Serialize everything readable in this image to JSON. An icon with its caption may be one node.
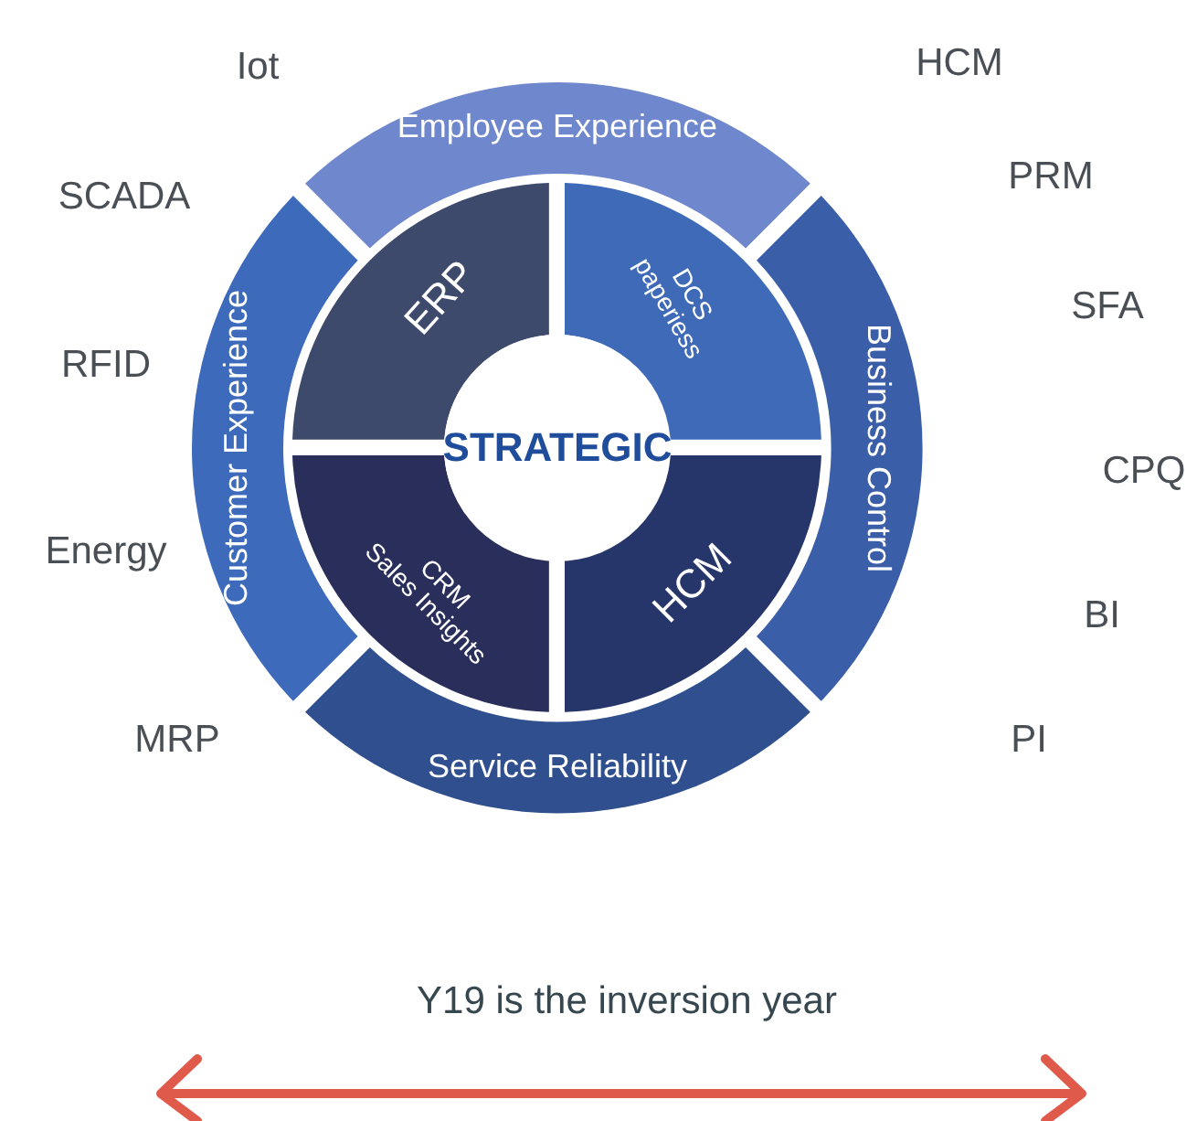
{
  "diagram": {
    "caption": "Y19 is the inversion year",
    "nodes": [
      {
        "text": [
          "Employee Experience"
        ]
      },
      {
        "text": [
          "Customer Experience"
        ]
      },
      {
        "text": [
          "Business Control"
        ]
      },
      {
        "text": [
          "ERP"
        ]
      },
      {
        "text": [
          "DCS",
          "paperiess"
        ]
      },
      {
        "text": [
          "STRATEGIC"
        ]
      },
      {
        "text": [
          "CRM",
          "Sales Insights"
        ]
      },
      {
        "text": [
          "HCM"
        ]
      },
      {
        "text": [
          "Service Reliability"
        ]
      }
    ],
    "labels": [
      "Iot",
      "HCM",
      "SCADA",
      "PRM",
      "SFA",
      "RFID",
      "CPQ",
      "Energy",
      "BI",
      "MRP",
      "PI"
    ]
  }
}
